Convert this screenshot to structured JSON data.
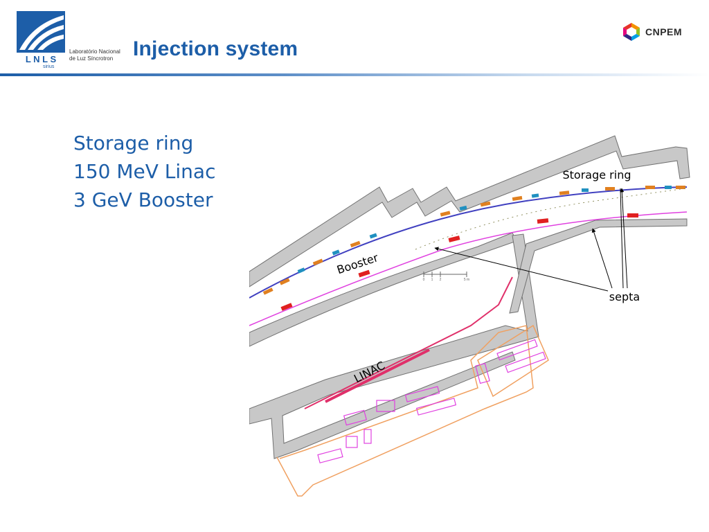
{
  "header": {
    "title": "Injection system",
    "lnls_logo_text": "L N L S",
    "lnls_caption_line1": "Laboratório Nacional",
    "lnls_caption_line2": "de Luz Síncrotron",
    "sirius_tag": "sirius",
    "cnpem_text": "CNPEM",
    "colors": {
      "title": "#1d5ea8",
      "rule": "#1d5ea8"
    }
  },
  "bullets": [
    "Storage ring",
    "150 MeV Linac",
    "3 GeV Booster"
  ],
  "diagram": {
    "labels": {
      "storage_ring": "Storage ring",
      "booster": "Booster",
      "septa": "septa",
      "linac": "LINAC"
    },
    "scale_bar": {
      "ticks": [
        "0",
        "1",
        "2",
        "5 m"
      ]
    },
    "colors": {
      "wall": "#c8c8c8",
      "booster_line": "#e040e0",
      "storage_line": "#4040c0",
      "linac_line": "#e0306a",
      "building": "#f0a060",
      "room": "#e040e0"
    }
  }
}
